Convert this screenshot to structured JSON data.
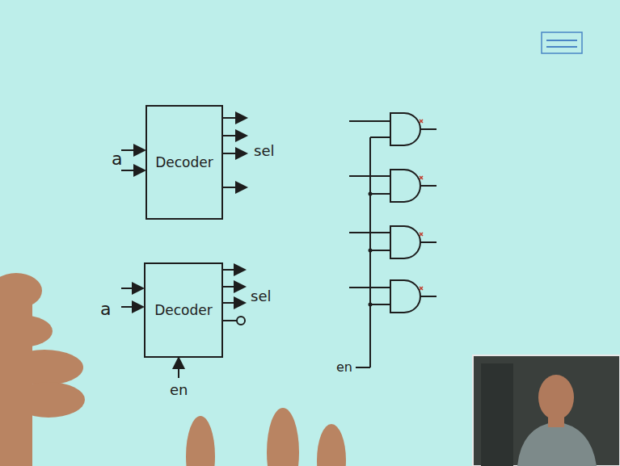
{
  "diagram": {
    "nodes": [
      {
        "text": [
          "Decoder"
        ]
      },
      {
        "text": [
          "Decoder"
        ]
      }
    ],
    "labels": [
      "a",
      "sel",
      "a",
      "sel",
      "en",
      "en"
    ]
  }
}
